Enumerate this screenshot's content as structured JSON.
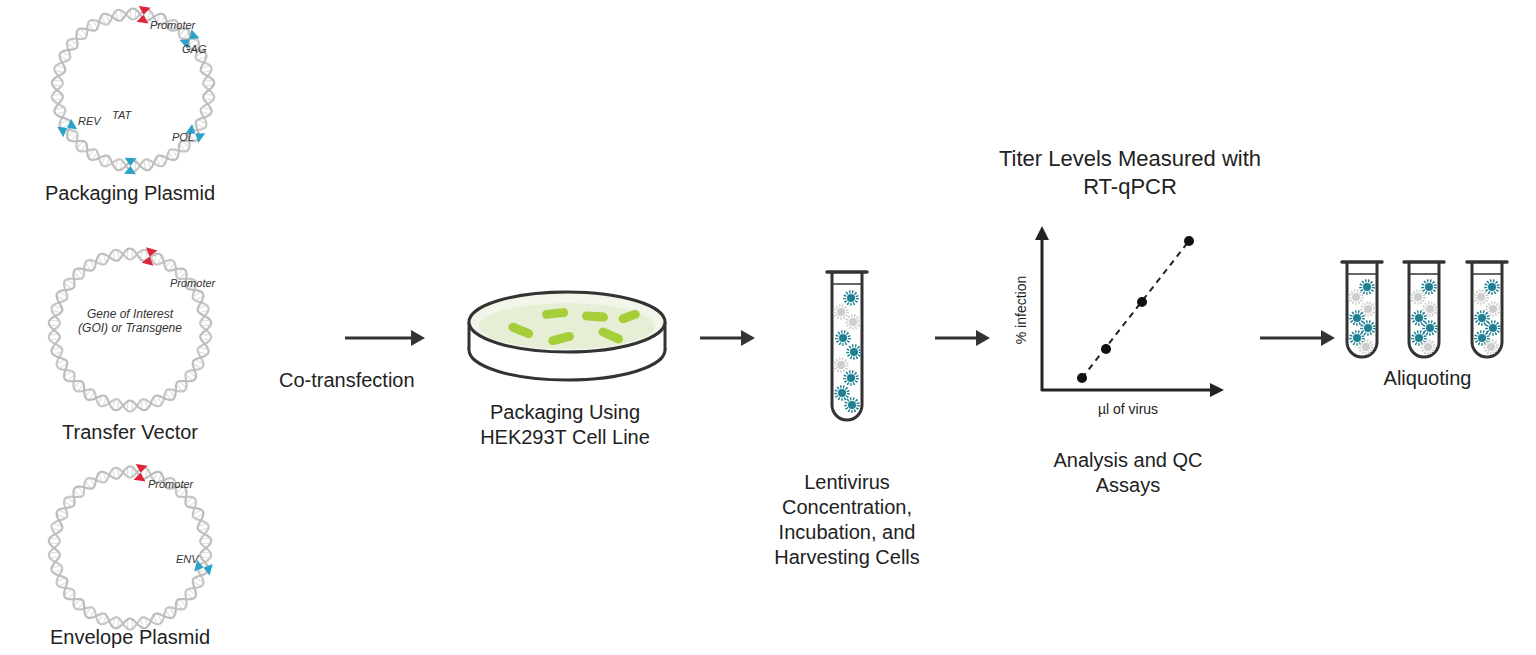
{
  "diagram": {
    "nodes": [
      {
        "text": [
          "Packaging Plasmid",
          "Promoter",
          "GAG",
          "POL",
          "TAT",
          "REV"
        ]
      },
      {
        "text": [
          "Transfer Vector",
          "Promoter",
          "Gene of Interest (GOI) or Transgene"
        ]
      },
      {
        "text": [
          "Envelope Plasmid",
          "Promoter",
          "ENV"
        ]
      },
      {
        "text": [
          "Packaging Using HEK293T Cell Line"
        ]
      },
      {
        "text": [
          "Lentivirus Concentration, Incubation, and Harvesting Cells"
        ]
      },
      {
        "text": [
          "Titer Levels Measured with RT-qPCR",
          "% infection",
          "µl of virus",
          "Analysis and QC Assays"
        ]
      },
      {
        "text": [
          "Aliquoting"
        ]
      }
    ],
    "edges": [
      {
        "from": 1,
        "to": 3,
        "arrow": "to",
        "label": "Co-transfection"
      },
      {
        "from": 3,
        "to": 4,
        "arrow": "to"
      },
      {
        "from": 4,
        "to": 5,
        "arrow": "to"
      },
      {
        "from": 5,
        "to": 6,
        "arrow": "to"
      }
    ]
  }
}
